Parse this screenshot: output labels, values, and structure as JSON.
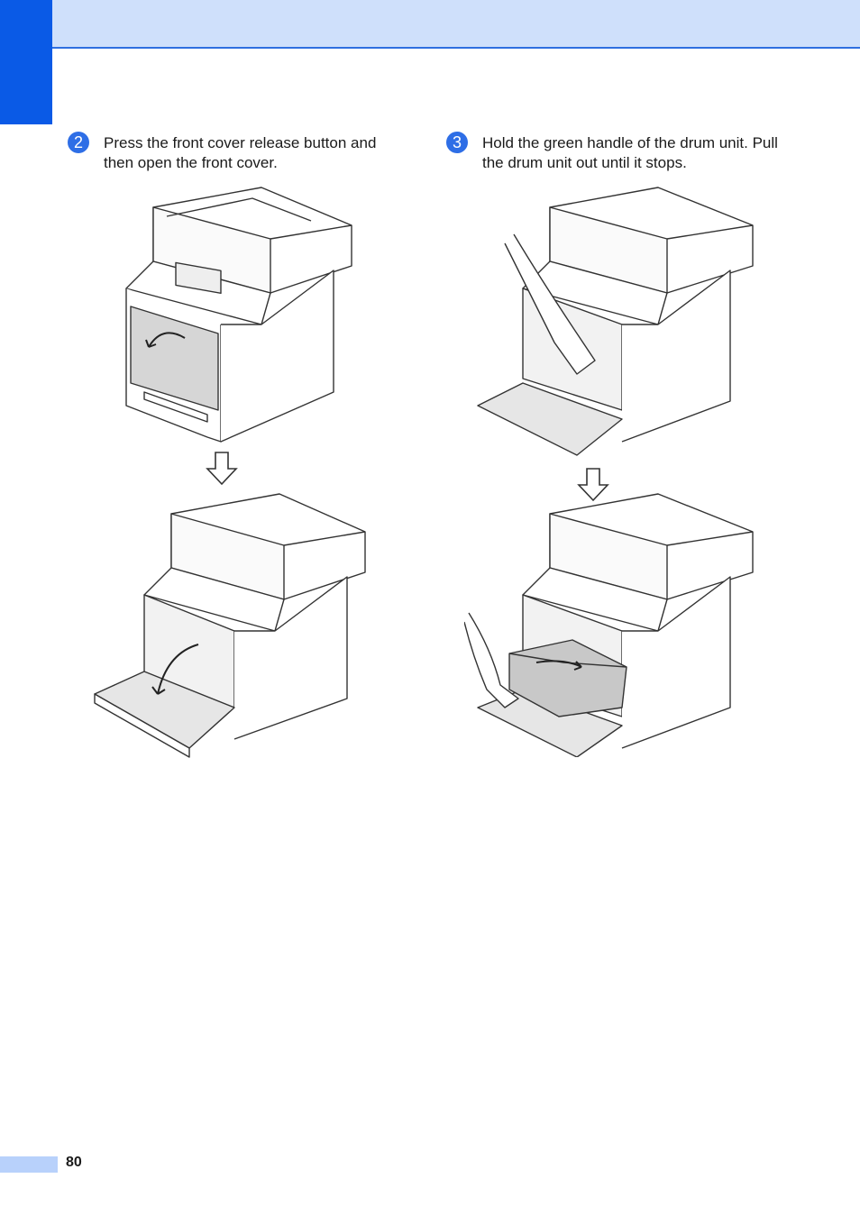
{
  "steps": [
    {
      "number": "2",
      "text": "Press the front cover release button and then open the front cover."
    },
    {
      "number": "3",
      "text": "Hold the green handle of the drum unit. Pull the drum unit out until it stops."
    }
  ],
  "footer": {
    "page_number": "80"
  }
}
